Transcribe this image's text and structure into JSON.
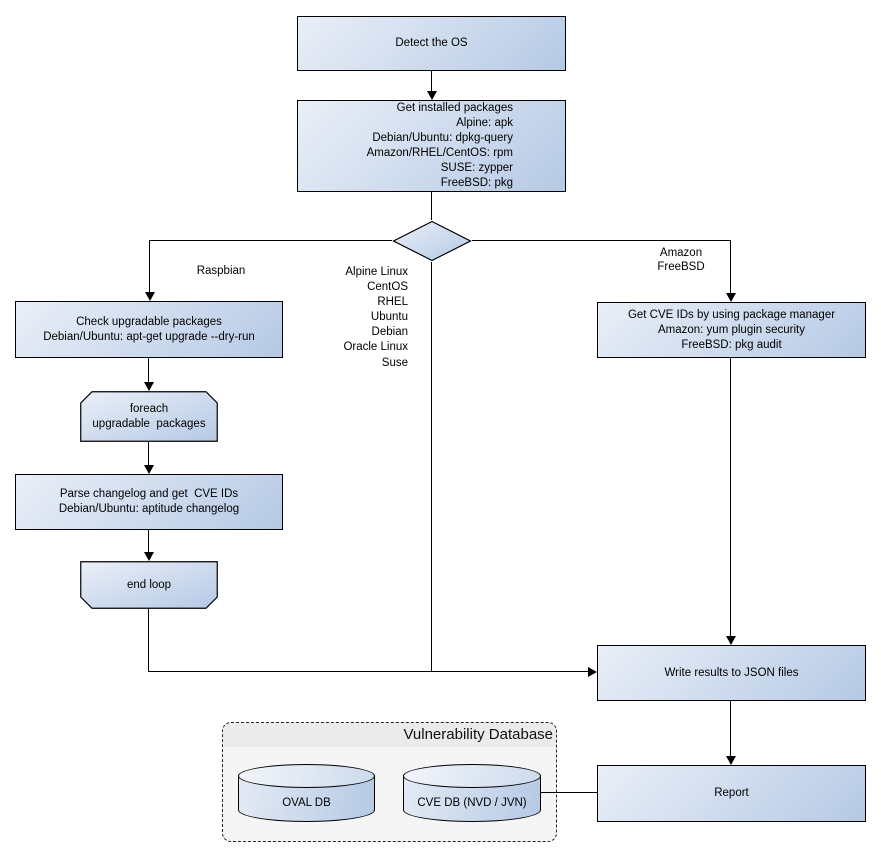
{
  "nodes": {
    "detect_os": {
      "label": "Detect the OS"
    },
    "get_packages": {
      "label": "Get installed packages\nAlpine: apk\nDebian/Ubuntu: dpkg-query\nAmazon/RHEL/CentOS: rpm\nSUSE: zypper\nFreeBSD: pkg"
    },
    "check_upgradable": {
      "label": "Check upgradable packages\nDebian/Ubuntu: apt-get upgrade --dry-run"
    },
    "foreach_loop": {
      "label": "foreach\nupgradable  packages"
    },
    "parse_changelog": {
      "label": "Parse changelog and get  CVE IDs\nDebian/Ubuntu: aptitude changelog"
    },
    "end_loop": {
      "label": "end loop"
    },
    "get_cve_ids": {
      "label": "Get CVE IDs by using package manager\nAmazon: yum plugin security\nFreeBSD: pkg audit"
    },
    "write_json": {
      "label": "Write results to JSON files"
    },
    "report": {
      "label": "Report"
    },
    "vuln_db_group": {
      "label": "Vulnerability Database"
    },
    "oval_db": {
      "label": "OVAL DB"
    },
    "cve_db": {
      "label": "CVE DB (NVD / JVN)"
    }
  },
  "edge_labels": {
    "raspbian": "Raspbian",
    "amazon_freebsd": "Amazon\nFreeBSD",
    "os_list": "Alpine Linux\nCentOS\nRHEL\nUbuntu\nDebian\nOracle Linux\nSuse"
  },
  "colors": {
    "node_gradient_start": "#eaeff8",
    "node_gradient_end": "#b5c9e5",
    "node_border": "#000000",
    "line": "#000000",
    "group_background": "#f5f5f5",
    "group_title_background": "#ebebeb",
    "group_border": "#222222"
  }
}
